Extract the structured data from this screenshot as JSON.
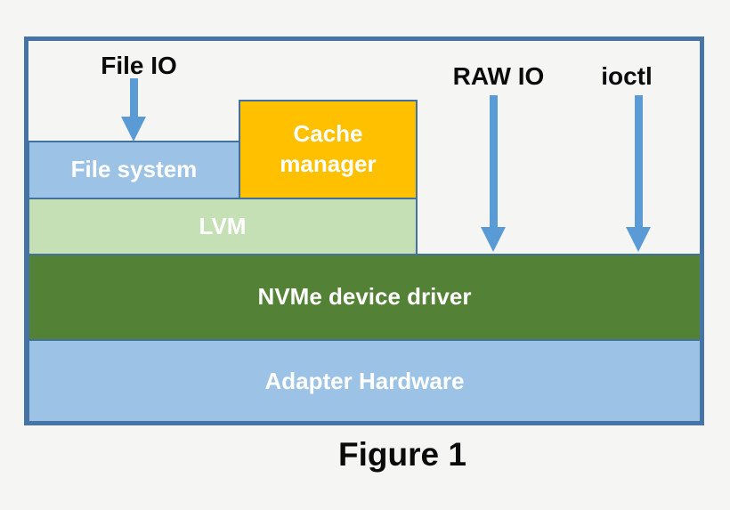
{
  "labels": {
    "file_io": "File IO",
    "raw_io": "RAW IO",
    "ioctl": "ioctl"
  },
  "boxes": {
    "file_system": "File system",
    "cache_manager": "Cache manager",
    "lvm": "LVM",
    "nvme_driver": "NVMe device driver",
    "adapter_hw": "Adapter Hardware"
  },
  "caption": "Figure 1",
  "icons": {
    "arrow_down": "down-arrow-icon"
  },
  "colors": {
    "frame_border": "#4674A6",
    "box_border": "#41719C",
    "light_blue": "#9CC3E5",
    "orange": "#FFC000",
    "light_green": "#C5E0B4",
    "dark_green": "#538135",
    "arrow_blue": "#5B9BD5",
    "background": "#F5F5F4",
    "label_text": "#0B0B0B",
    "box_text": "#FFFFFF"
  }
}
